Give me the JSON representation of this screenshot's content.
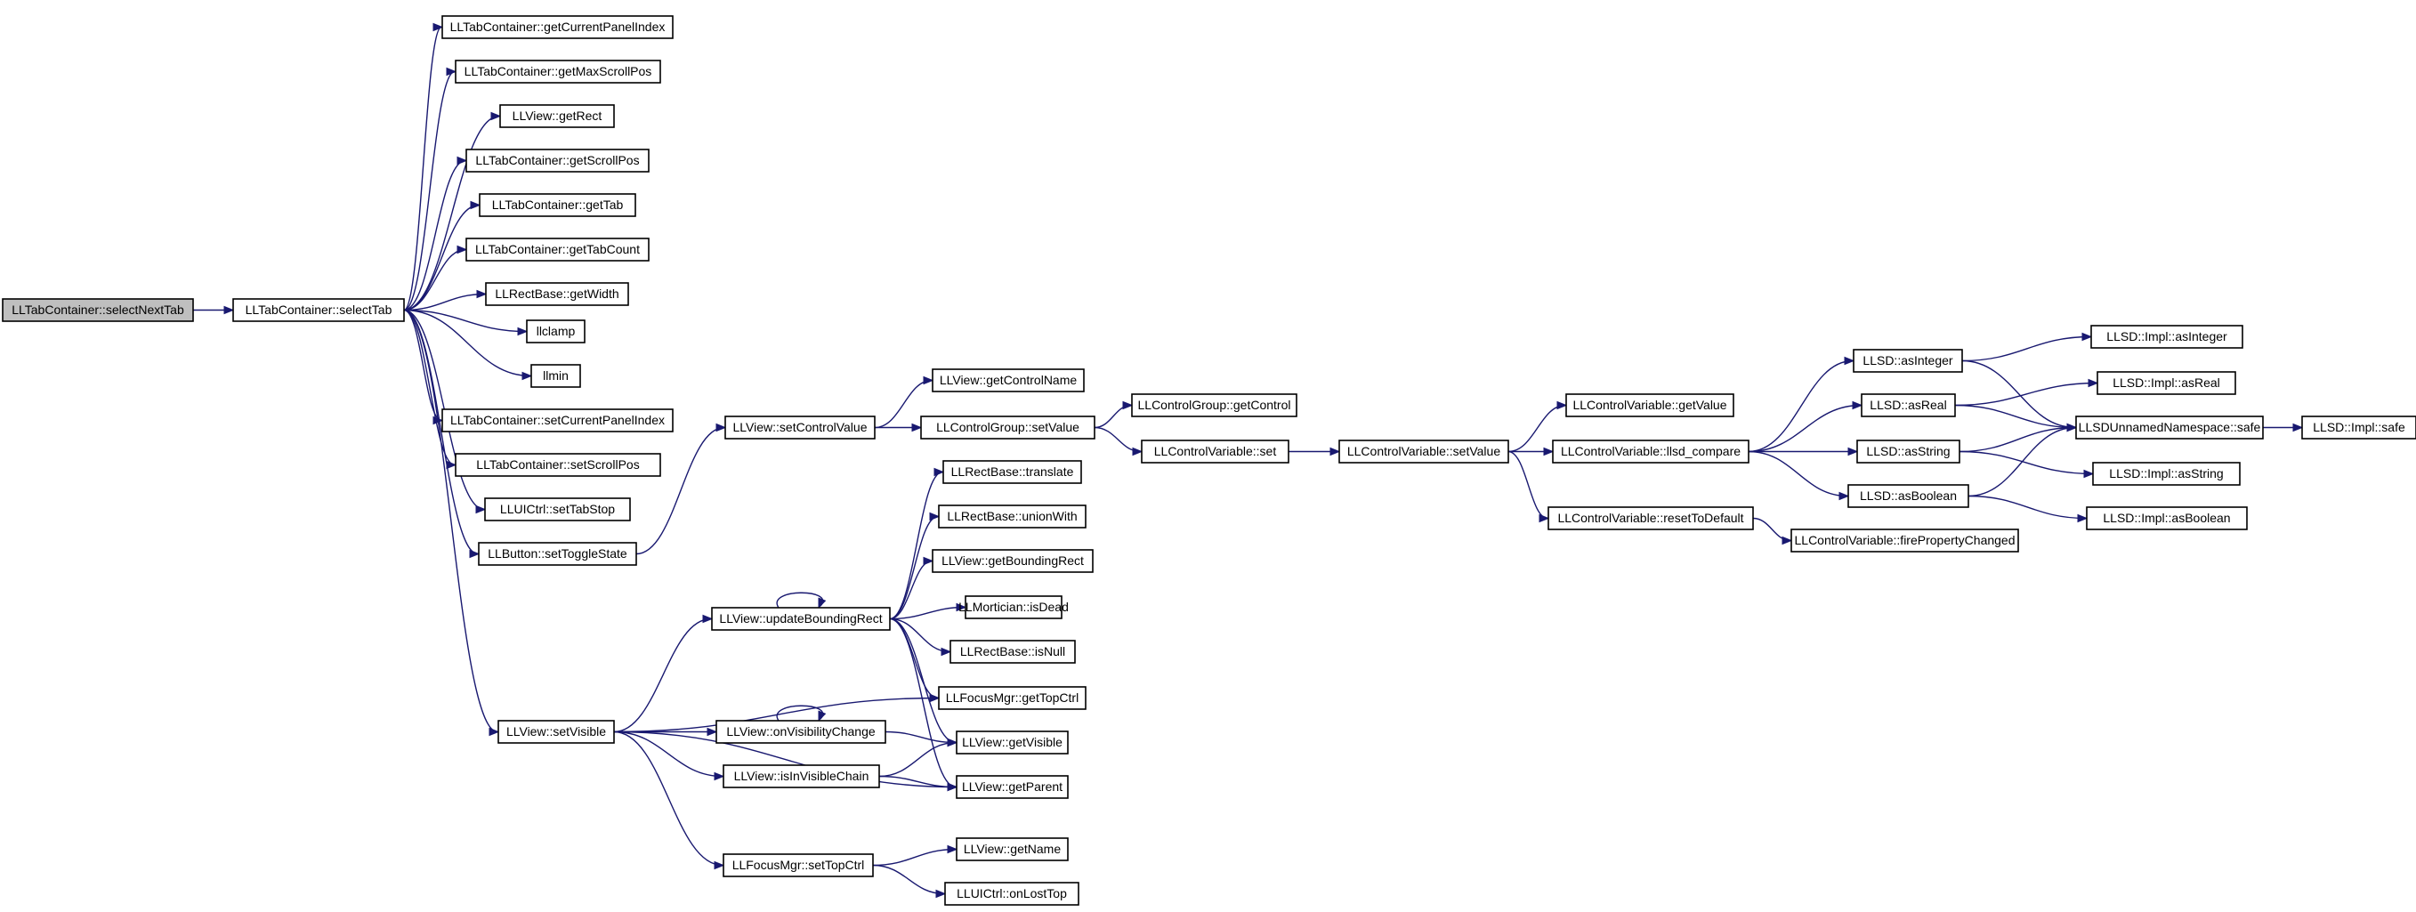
{
  "nodes": {
    "selectNextTab": "LLTabContainer::selectNextTab",
    "selectTab": "LLTabContainer::selectTab",
    "getCurrentPanelIndex": "LLTabContainer::getCurrentPanelIndex",
    "getMaxScrollPos": "LLTabContainer::getMaxScrollPos",
    "getRect": "LLView::getRect",
    "getScrollPos": "LLTabContainer::getScrollPos",
    "getTab": "LLTabContainer::getTab",
    "getTabCount": "LLTabContainer::getTabCount",
    "getWidth": "LLRectBase::getWidth",
    "llclamp": "llclamp",
    "llmin": "llmin",
    "setCurrentPanelIndex": "LLTabContainer::setCurrentPanelIndex",
    "setScrollPos": "LLTabContainer::setScrollPos",
    "setTabStop": "LLUICtrl::setTabStop",
    "setToggleState": "LLButton::setToggleState",
    "setVisible": "LLView::setVisible",
    "setControlValue": "LLView::setControlValue",
    "getControlName": "LLView::getControlName",
    "groupSetValue": "LLControlGroup::setValue",
    "getControl": "LLControlGroup::getControl",
    "cvSet": "LLControlVariable::set",
    "cvSetValue": "LLControlVariable::setValue",
    "cvGetValue": "LLControlVariable::getValue",
    "llsdCompare": "LLControlVariable::llsd_compare",
    "resetToDefault": "LLControlVariable::resetToDefault",
    "firePropertyChanged": "LLControlVariable::firePropertyChanged",
    "asInteger": "LLSD::asInteger",
    "asReal": "LLSD::asReal",
    "asString": "LLSD::asString",
    "asBoolean": "LLSD::asBoolean",
    "implAsInteger": "LLSD::Impl::asInteger",
    "implAsReal": "LLSD::Impl::asReal",
    "implAsString": "LLSD::Impl::asString",
    "implAsBoolean": "LLSD::Impl::asBoolean",
    "unnamedSafe": "LLSDUnnamedNamespace::safe",
    "implSafe": "LLSD::Impl::safe",
    "updateBoundingRect": "LLView::updateBoundingRect",
    "translate": "LLRectBase::translate",
    "unionWith": "LLRectBase::unionWith",
    "getBoundingRect": "LLView::getBoundingRect",
    "isDead": "LLMortician::isDead",
    "isNull": "LLRectBase::isNull",
    "getTopCtrl": "LLFocusMgr::getTopCtrl",
    "onVisibilityChange": "LLView::onVisibilityChange",
    "getVisible": "LLView::getVisible",
    "isInVisibleChain": "LLView::isInVisibleChain",
    "getParent": "LLView::getParent",
    "setTopCtrl": "LLFocusMgr::setTopCtrl",
    "getName": "LLView::getName",
    "onLostTop": "LLUICtrl::onLostTop"
  }
}
